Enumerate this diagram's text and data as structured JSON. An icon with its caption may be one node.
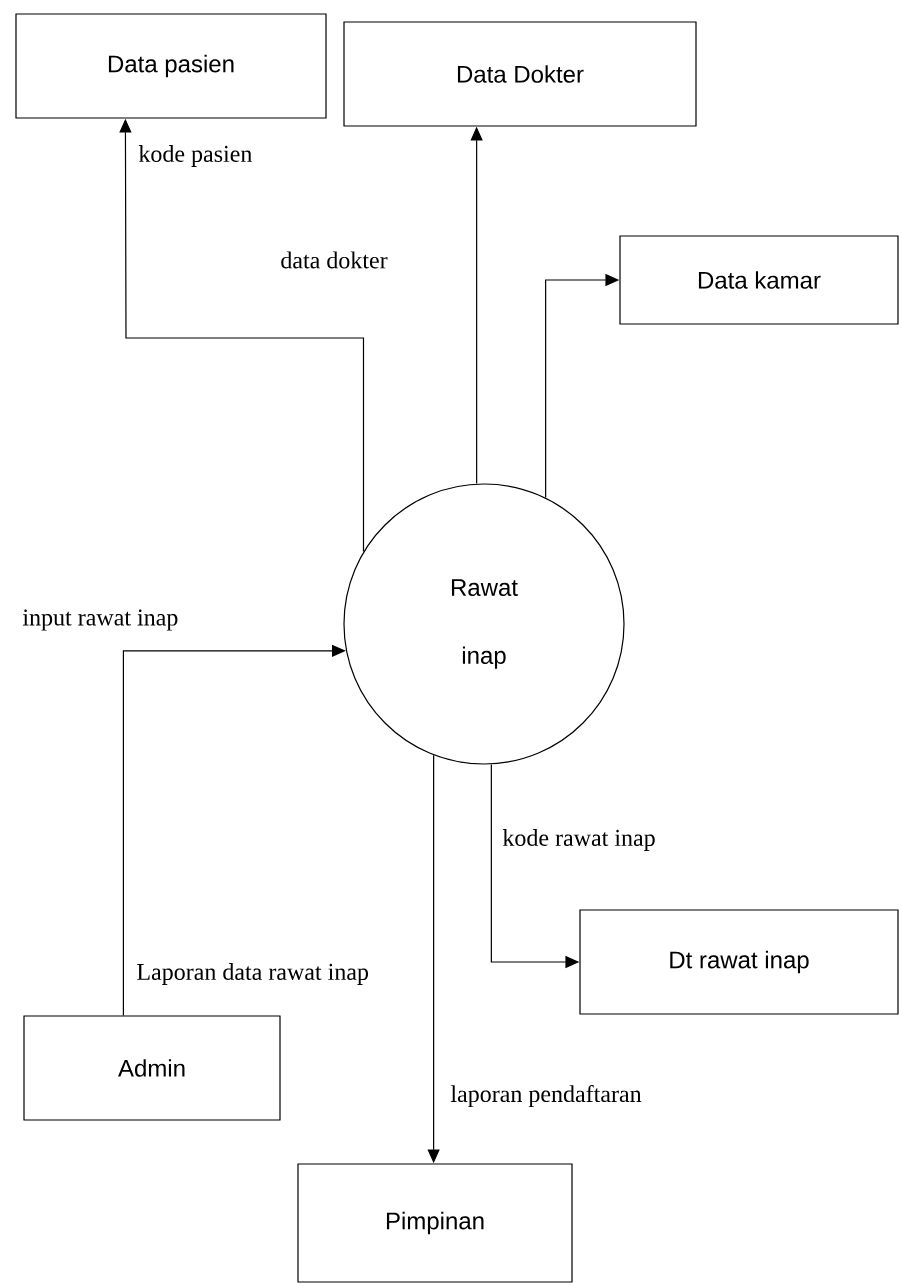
{
  "diagram": {
    "nodes": [
      {
        "text": [
          "Data pasien"
        ]
      },
      {
        "text": [
          "Data Dokter"
        ]
      },
      {
        "text": [
          "Data kamar"
        ]
      },
      {
        "text": [
          "Rawat inap"
        ]
      },
      {
        "text": [
          "Dt rawat inap"
        ]
      },
      {
        "text": [
          "Admin"
        ]
      },
      {
        "text": [
          "Pimpinan"
        ]
      }
    ],
    "edges": [
      {
        "from": 3,
        "to": 0,
        "arrow": "to",
        "label": "kode pasien"
      },
      {
        "from": 3,
        "to": 1,
        "arrow": "to",
        "label": "data dokter"
      },
      {
        "from": 3,
        "to": 2,
        "arrow": "to"
      },
      {
        "from": 5,
        "to": 3,
        "arrow": "to",
        "label": "input rawat inap"
      },
      {
        "from": 3,
        "to": 4,
        "arrow": "to",
        "label": "kode rawat inap"
      },
      {
        "from": 3,
        "to": 6,
        "arrow": "to",
        "label": "laporan pendaftaran"
      }
    ],
    "labels": [
      "Laporan data rawat inap"
    ]
  }
}
